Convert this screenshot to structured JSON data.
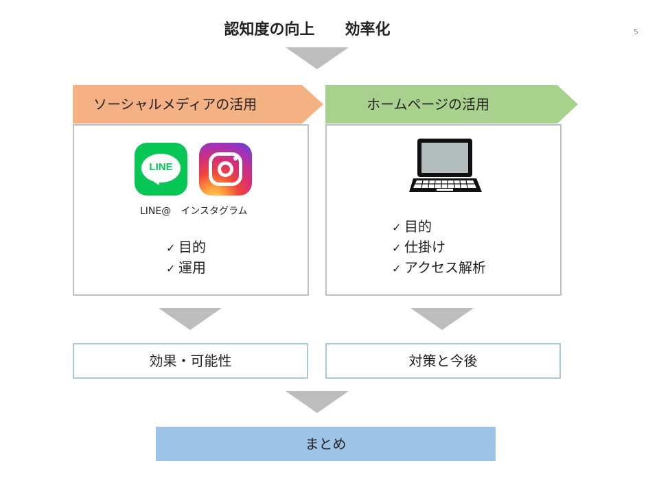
{
  "slide": {
    "title": "認知度の向上　　効率化",
    "page_number": "5"
  },
  "left_column": {
    "banner": "ソーシャルメディアの活用",
    "icons": [
      "line-icon",
      "instagram-icon"
    ],
    "line_icon_text": "LINE",
    "icon_labels": "LINE@　インスタグラム",
    "check_mark": "✓",
    "checklist": [
      "目的",
      "運用"
    ],
    "outcome": "効果・可能性",
    "banner_color": "#f4b183"
  },
  "right_column": {
    "banner": "ホームページの活用",
    "icons": [
      "laptop-icon"
    ],
    "check_mark": "✓",
    "checklist": [
      "目的",
      "仕掛け",
      "アクセス解析"
    ],
    "outcome": "対策と今後",
    "banner_color": "#a9d18e"
  },
  "summary": {
    "label": "まとめ",
    "color": "#9dc3e6"
  }
}
